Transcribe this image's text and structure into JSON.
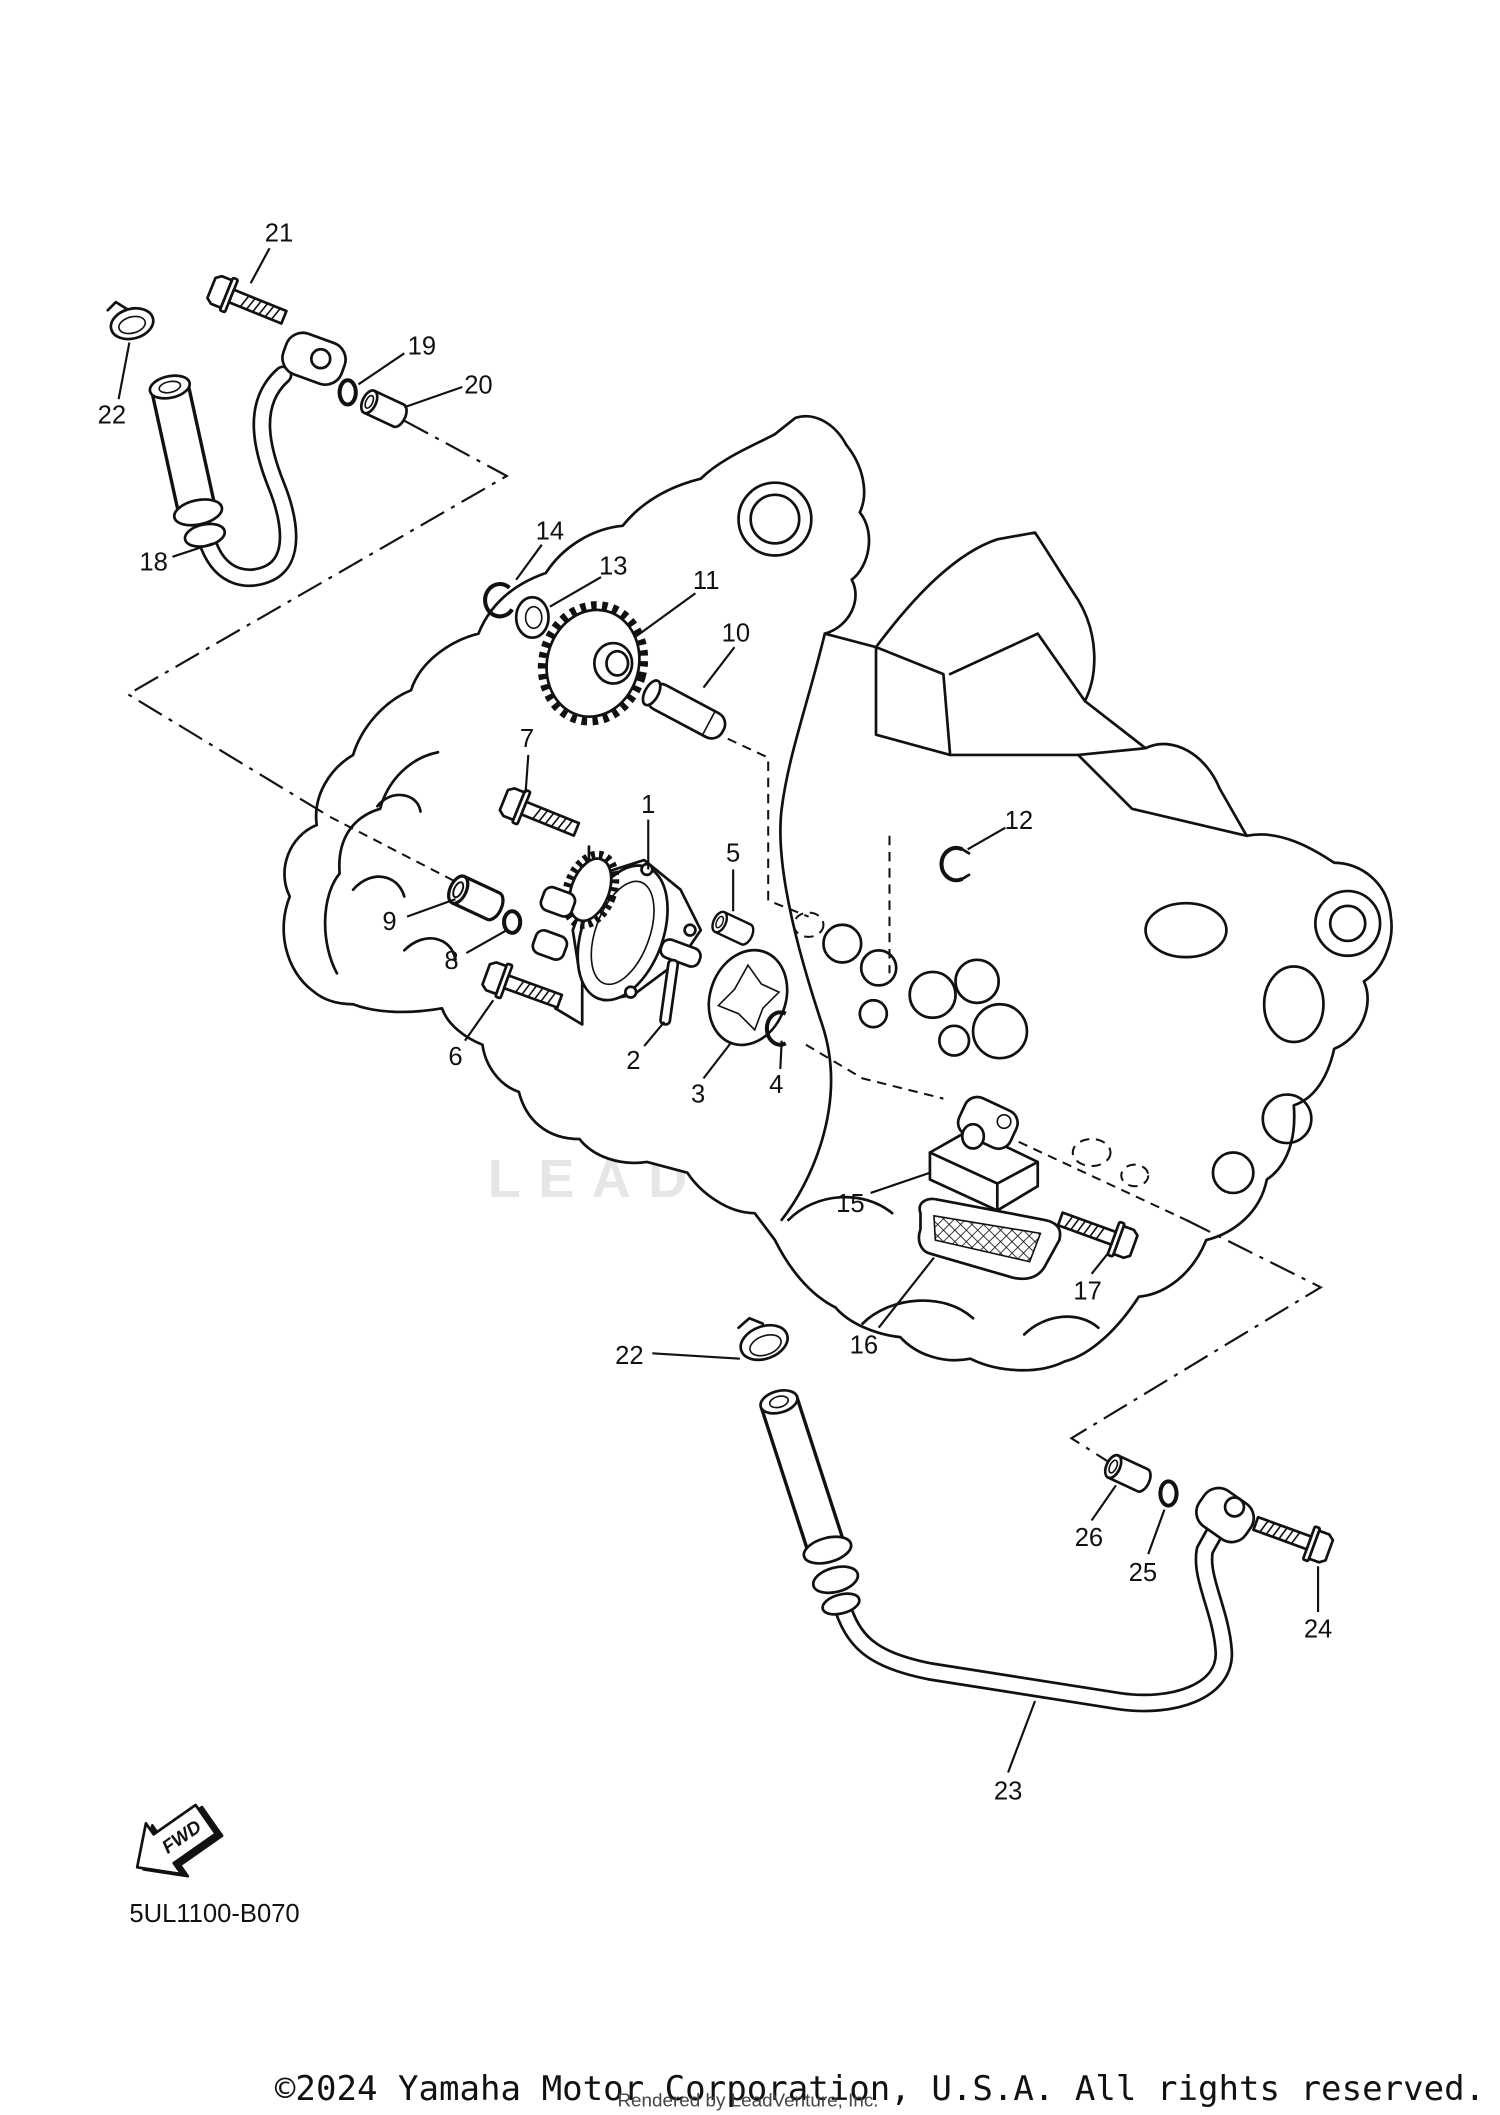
{
  "diagram": {
    "callouts": [
      "21",
      "22",
      "19",
      "20",
      "18",
      "14",
      "13",
      "11",
      "10",
      "7",
      "1",
      "5",
      "12",
      "9",
      "8",
      "6",
      "2",
      "3",
      "4",
      "15",
      "17",
      "16",
      "22",
      "26",
      "25",
      "24",
      "23"
    ],
    "fwd_label": "FWD",
    "drawing_code": "5UL1100-B070",
    "watermark": "LEADVENTURE"
  },
  "footer": {
    "copyright": "©2024 Yamaha Motor Corporation, U.S.A. All rights reserved.",
    "rendered_by": "Rendered by LeadVenture, Inc."
  }
}
